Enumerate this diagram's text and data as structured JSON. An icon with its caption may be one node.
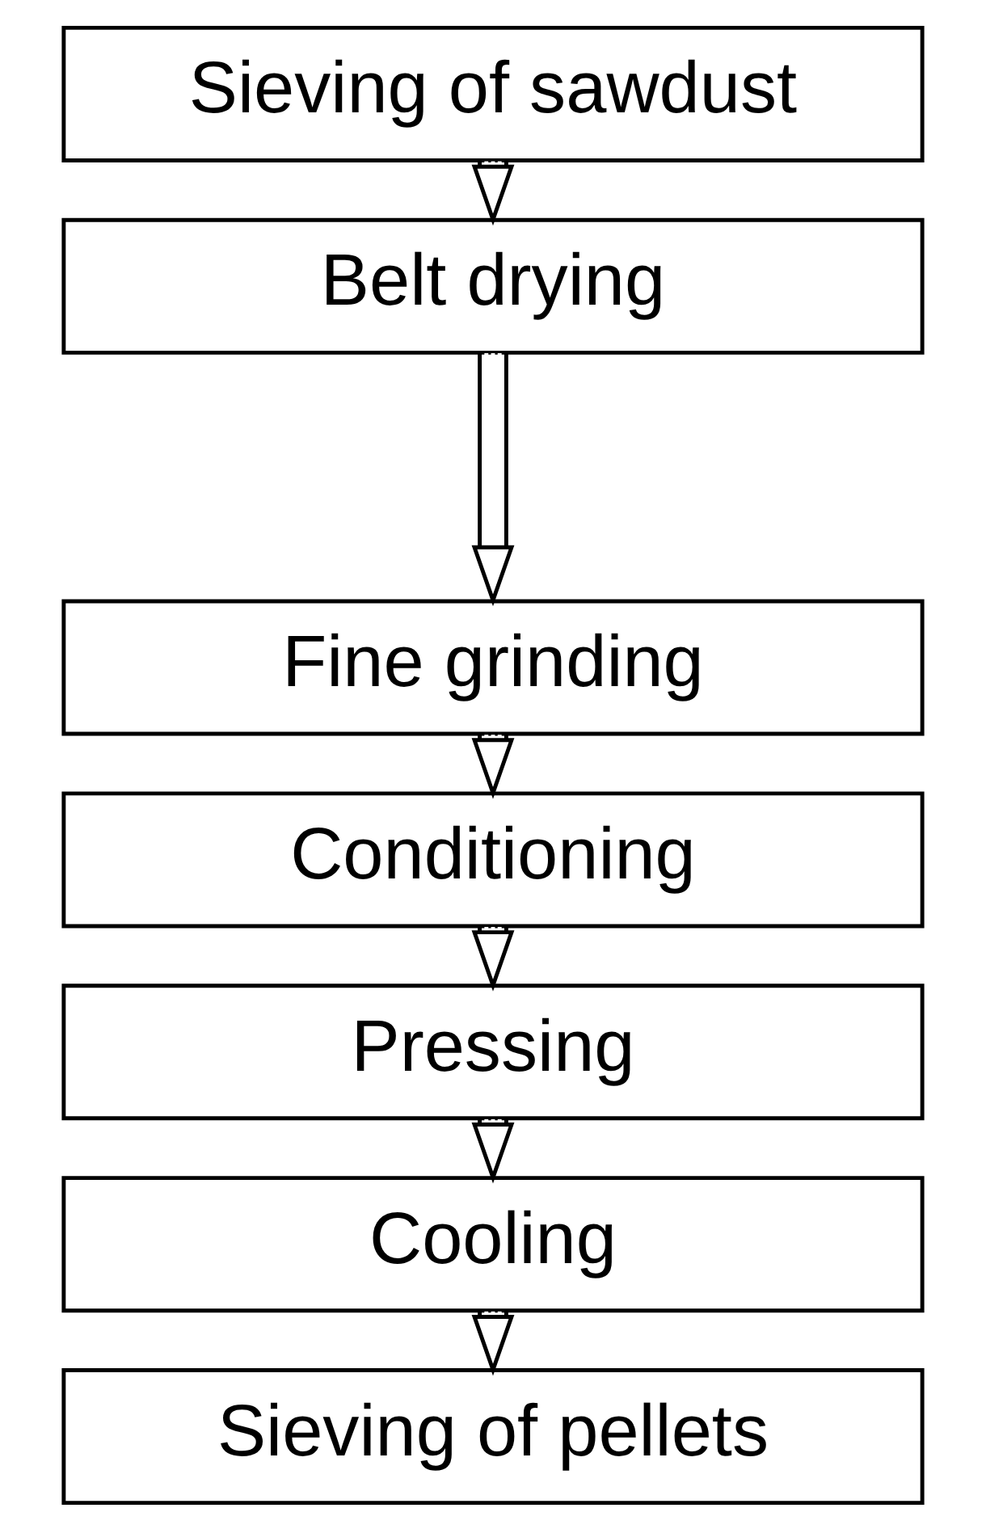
{
  "diagram": {
    "nodes": [
      {
        "text": [
          "Sieving of sawdust"
        ]
      },
      {
        "text": [
          "Belt drying"
        ]
      },
      {
        "text": [
          "Fine grinding"
        ]
      },
      {
        "text": [
          "Conditioning"
        ]
      },
      {
        "text": [
          "Pressing"
        ]
      },
      {
        "text": [
          "Cooling"
        ]
      },
      {
        "text": [
          "Sieving of pellets"
        ]
      }
    ],
    "edges": [
      {
        "from": 0,
        "to": 1,
        "arrow": "to"
      },
      {
        "from": 1,
        "to": 2,
        "arrow": "to"
      },
      {
        "from": 2,
        "to": 3,
        "arrow": "to"
      },
      {
        "from": 3,
        "to": 4,
        "arrow": "to"
      },
      {
        "from": 4,
        "to": 5,
        "arrow": "to"
      },
      {
        "from": 5,
        "to": 6,
        "arrow": "to"
      }
    ]
  }
}
